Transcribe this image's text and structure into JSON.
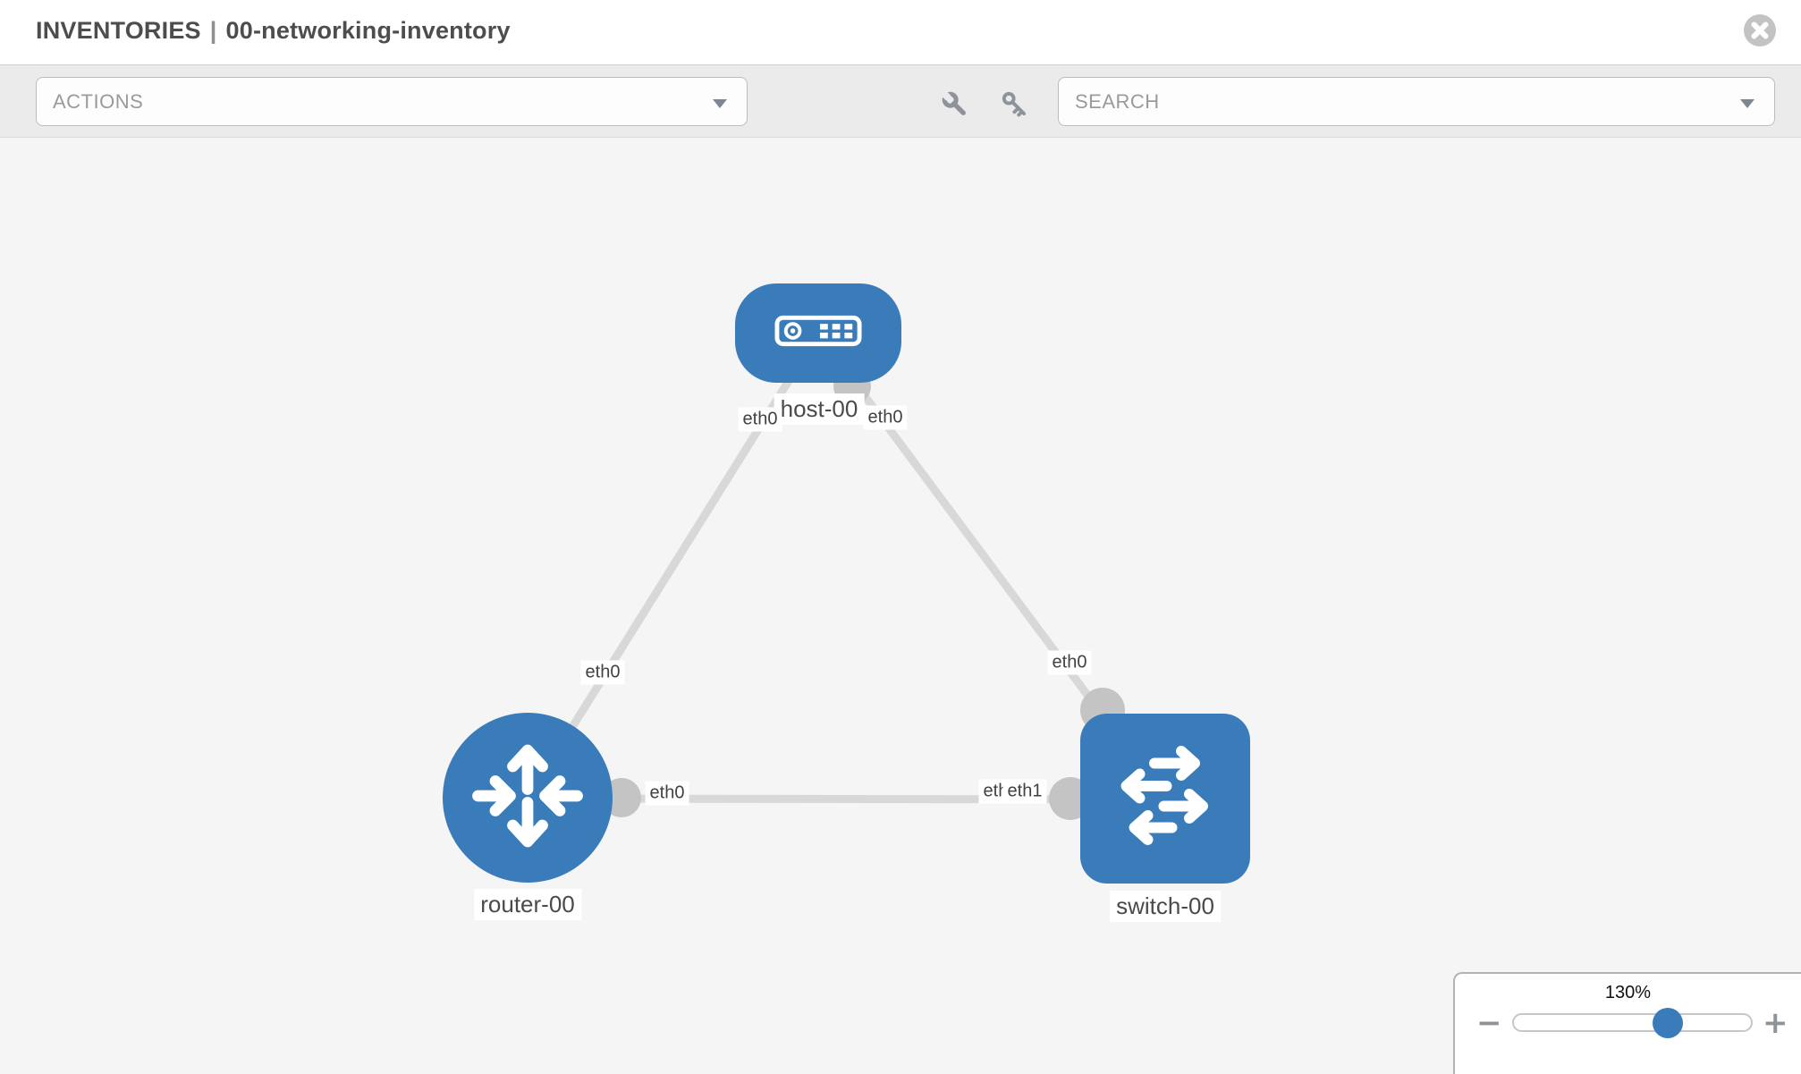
{
  "header": {
    "title_prefix": "INVENTORIES",
    "title_separator": "|",
    "title_name": "00-networking-inventory"
  },
  "toolbar": {
    "actions_placeholder": "ACTIONS",
    "search_placeholder": "SEARCH",
    "icons": [
      "wrench-icon",
      "key-icon"
    ]
  },
  "topology": {
    "nodes": [
      {
        "id": "host-00",
        "type": "host",
        "label": "host-00"
      },
      {
        "id": "router-00",
        "type": "router",
        "label": "router-00"
      },
      {
        "id": "switch-00",
        "type": "switch",
        "label": "switch-00"
      }
    ],
    "links": [
      {
        "source": "host-00",
        "source_interface": "eth0",
        "target": "router-00",
        "target_interface": "eth0"
      },
      {
        "source": "host-00",
        "source_interface": "eth0",
        "target": "switch-00",
        "target_interface": "eth0"
      },
      {
        "source": "router-00",
        "source_interface": "eth0",
        "target": "switch-00",
        "target_interface": "eth1",
        "target_interface_underlay": "eth0"
      }
    ]
  },
  "zoom_control": {
    "level": "130%",
    "minus_label": "−",
    "plus_label": "+"
  },
  "colors": {
    "node_blue": "#3a7cb9",
    "link_gray": "#d8d8d8",
    "bubble_gray": "#c4c4c4",
    "toolbar_bg": "#ebebec"
  }
}
